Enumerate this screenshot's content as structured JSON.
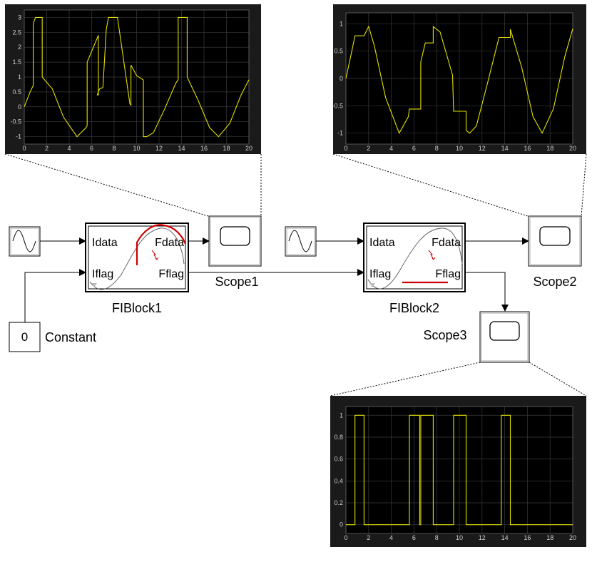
{
  "colors": {
    "signal": "#e5e000",
    "flag_red": "#cc0000",
    "scope_bg": "#1a1a1a",
    "grid": "#3a3a3a"
  },
  "blocks": {
    "sine1_icon": "sine-wave-icon",
    "sine2_icon": "sine-wave-icon",
    "fiblock1": {
      "name": "FIBlock1",
      "in1": "Idata",
      "in2": "Iflag",
      "out1": "Fdata",
      "out2": "Fflag"
    },
    "fiblock2": {
      "name": "FIBlock2",
      "in1": "Idata",
      "in2": "Iflag",
      "out1": "Fdata",
      "out2": "Fflag"
    },
    "constant": {
      "value": "0",
      "name": "Constant"
    },
    "scope1": {
      "name": "Scope1"
    },
    "scope2": {
      "name": "Scope2"
    },
    "scope3": {
      "name": "Scope3"
    }
  },
  "chart_data": [
    {
      "id": "scope1-plot",
      "type": "line",
      "xlim": [
        0,
        20
      ],
      "ylim": [
        -1.25,
        3.25
      ],
      "xticks": [
        "0",
        "2",
        "4",
        "6",
        "8",
        "10",
        "12",
        "14",
        "16",
        "18",
        "20"
      ],
      "yticks": [
        "-1",
        "-0.5",
        "0",
        "0.5",
        "1",
        "1.5",
        "2",
        "2.5",
        "3"
      ],
      "grid": true,
      "series": [
        {
          "x": [
            0,
            0.5,
            0.8,
            0.8,
            1.0,
            1.5,
            1.6,
            1.6,
            2.5,
            3.5,
            4.7,
            5.5,
            5.6,
            5.6,
            6.6,
            6.6,
            6.5,
            6.5,
            6.7,
            7.0,
            7.3,
            7.5,
            7.7,
            7.7,
            8.3,
            9.4,
            9.5,
            9.5,
            10.0,
            10.6,
            10.6,
            10.9,
            10.9,
            11.5,
            12.5,
            13.5,
            13.7,
            13.7,
            14.2,
            14.5,
            14.5,
            15.5,
            16.5,
            17.3,
            18.3,
            19.3,
            20
          ],
          "y": [
            0,
            0.48,
            0.72,
            2.8,
            3,
            3,
            3,
            1,
            0.6,
            -0.35,
            -1,
            -0.7,
            -0.63,
            1.5,
            2.4,
            0.4,
            0.4,
            0.4,
            0.6,
            0.65,
            2.6,
            3,
            3,
            3,
            3,
            0.1,
            0.06,
            1.4,
            1.05,
            0.9,
            -1,
            -1,
            -1,
            -0.87,
            -0.07,
            0.8,
            0.91,
            3,
            3,
            3,
            1,
            0.2,
            -0.7,
            -1,
            -0.55,
            0.4,
            0.91
          ]
        }
      ]
    },
    {
      "id": "scope2-plot",
      "type": "line",
      "xlim": [
        0,
        20
      ],
      "ylim": [
        -1.2,
        1.2
      ],
      "xticks": [
        "0",
        "2",
        "4",
        "6",
        "8",
        "10",
        "12",
        "14",
        "16",
        "18",
        "20"
      ],
      "yticks": [
        "-1",
        "-0.5",
        "0",
        "0.5",
        "1"
      ],
      "grid": true,
      "series": [
        {
          "x": [
            0,
            0.5,
            0.8,
            1.0,
            1.5,
            1.6,
            2.0,
            2.5,
            3.5,
            4.7,
            5.5,
            5.6,
            5.6,
            6.6,
            6.6,
            7.0,
            7.3,
            7.5,
            7.7,
            7.7,
            8.3,
            9.4,
            9.5,
            9.5,
            10.6,
            10.6,
            10.9,
            11.5,
            12.5,
            13.5,
            13.7,
            13.7,
            14.2,
            14.5,
            14.5,
            15.5,
            16.5,
            17.3,
            18.3,
            19.3,
            20
          ],
          "y": [
            0,
            0.48,
            0.78,
            0.78,
            0.78,
            0.78,
            0.95,
            0.6,
            -0.35,
            -1,
            -0.7,
            -0.56,
            -0.56,
            -0.56,
            0.3,
            0.65,
            0.65,
            0.65,
            0.65,
            0.95,
            0.85,
            0.06,
            -0.6,
            -0.6,
            -0.6,
            -0.95,
            -1,
            -0.87,
            -0.07,
            0.75,
            0.75,
            0.75,
            0.75,
            0.75,
            0.9,
            0.2,
            -0.7,
            -1,
            -0.55,
            0.4,
            0.91
          ]
        }
      ]
    },
    {
      "id": "scope3-plot",
      "type": "line",
      "xlim": [
        0,
        20
      ],
      "ylim": [
        -0.08,
        1.08
      ],
      "xticks": [
        "0",
        "2",
        "4",
        "6",
        "8",
        "10",
        "12",
        "14",
        "16",
        "18",
        "20"
      ],
      "yticks": [
        "0",
        "0.2",
        "0.4",
        "0.6",
        "0.8",
        "1"
      ],
      "grid": true,
      "series": [
        {
          "x": [
            0,
            0.8,
            0.8,
            1.6,
            1.6,
            5.6,
            5.6,
            6.5,
            6.5,
            6.6,
            6.6,
            7.7,
            7.7,
            9.5,
            9.5,
            10.6,
            10.6,
            13.7,
            13.7,
            14.5,
            14.5,
            20
          ],
          "y": [
            0,
            0,
            1,
            1,
            0,
            0,
            1,
            1,
            0,
            0,
            1,
            1,
            0,
            0,
            1,
            1,
            0,
            0,
            1,
            1,
            0,
            0
          ]
        }
      ]
    }
  ]
}
